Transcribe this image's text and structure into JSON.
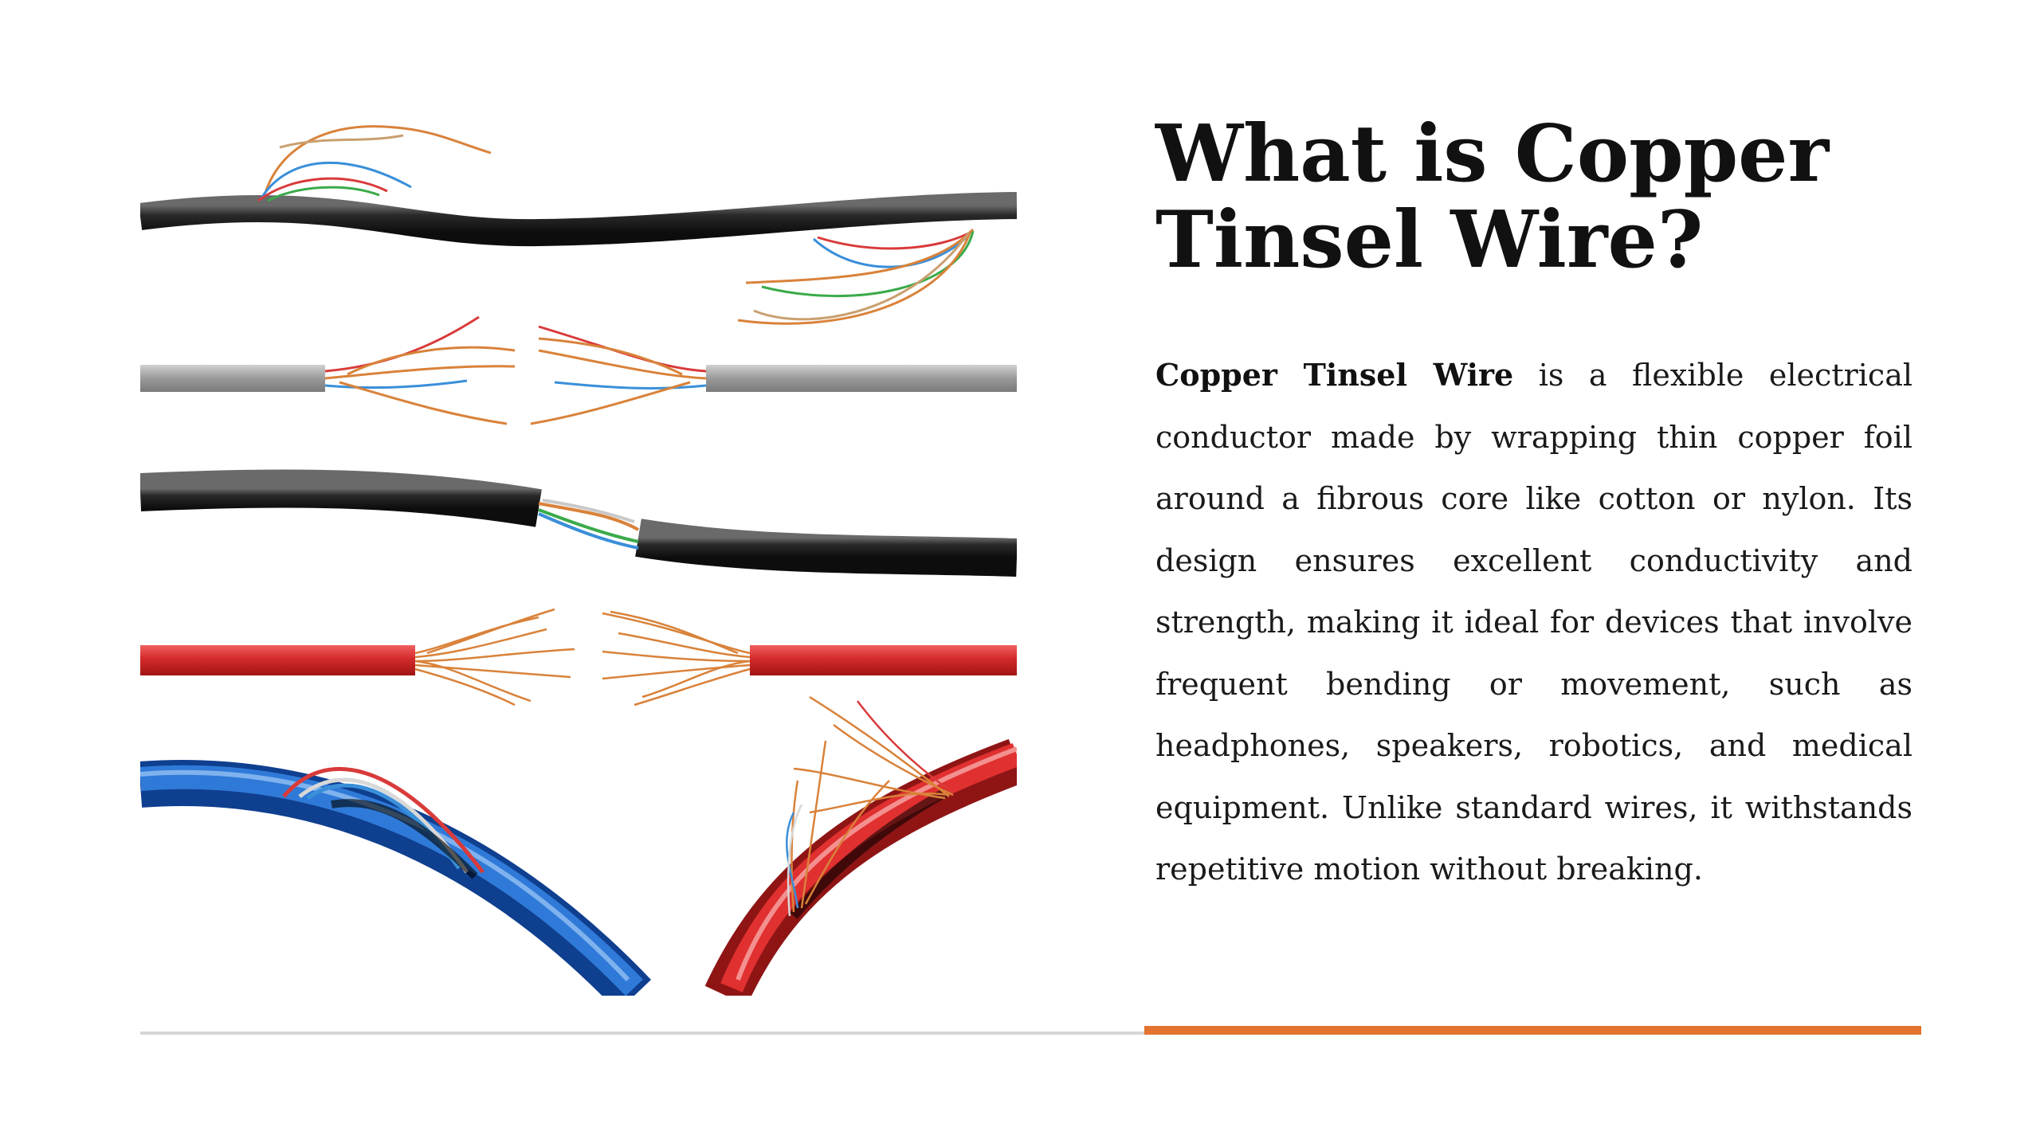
{
  "slide": {
    "title_line1": "What is Copper",
    "title_line2": "Tinsel Wire?",
    "body_term": "Copper Tinsel Wire",
    "body_text": " is a flexible electrical conductor made by wrapping thin copper foil around a fibrous core like cotton or nylon. Its design ensures excellent conductivity and strength, making it ideal for devices that involve frequent bending or movement, such as headphones, speakers, robotics, and medical equipment. Unlike standard wires, it withstands repetitive motion without breaking.",
    "accent_color": "#e3732f",
    "rule_color": "#d6d6d6"
  },
  "illustration": {
    "wires": [
      {
        "name": "black-cable-with-exposed-strands",
        "color": "#2b2b2b"
      },
      {
        "name": "gray-cable-split",
        "color": "#9a9a9a"
      },
      {
        "name": "black-cable-split-twisted-pairs",
        "color": "#2b2b2b"
      },
      {
        "name": "red-cable-split",
        "color": "#d42a2a"
      },
      {
        "name": "blue-cable-curved",
        "color": "#1f5fbf"
      },
      {
        "name": "red-cable-curved",
        "color": "#cc2222"
      }
    ],
    "strand_colors": [
      "#d9823a",
      "#d93a3a",
      "#3a8fd9",
      "#3aaa4a",
      "#c8c8c8"
    ]
  }
}
